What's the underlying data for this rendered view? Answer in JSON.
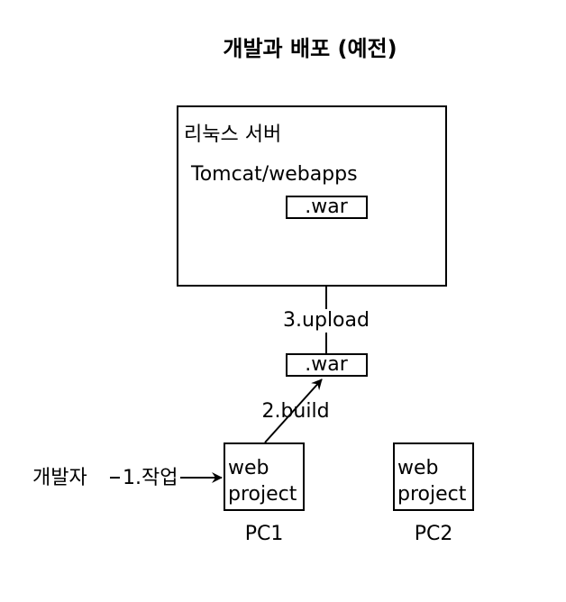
{
  "title": "개발과 배포 (예전)",
  "server": {
    "label": "리눅스 서버",
    "path": "Tomcat/webapps",
    "deployed_file": ".war"
  },
  "build_artifact": ".war",
  "steps": {
    "work": "1.작업",
    "build": "2.build",
    "upload": "3.upload"
  },
  "actor": "개발자",
  "pcs": [
    {
      "name": "PC1",
      "project_line1": "web",
      "project_line2": "project"
    },
    {
      "name": "PC2",
      "project_line1": "web",
      "project_line2": "project"
    }
  ],
  "colors": {
    "line": "#000000",
    "background": "#ffffff"
  }
}
